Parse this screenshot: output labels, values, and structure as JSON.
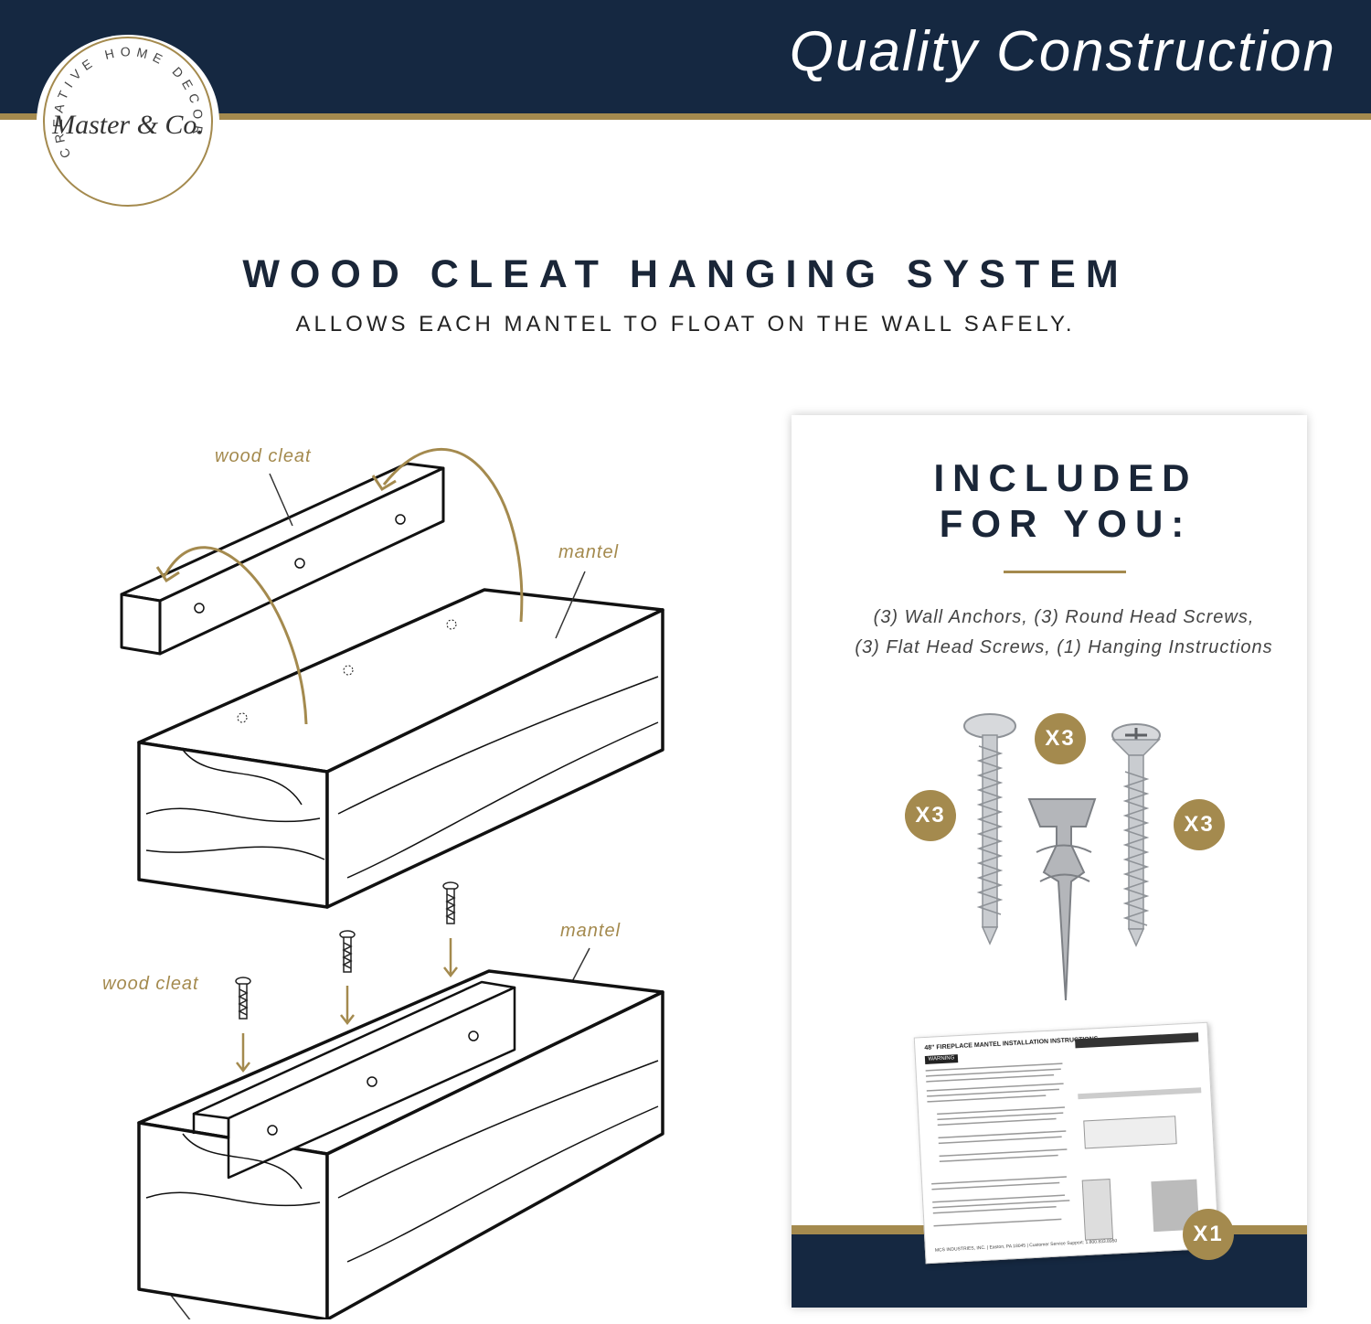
{
  "header": {
    "title": "Quality Construction"
  },
  "logo": {
    "ring_text": "CREATIVE HOME DECOR",
    "script_text": "Master & Co."
  },
  "main": {
    "heading": "WOOD CLEAT HANGING SYSTEM",
    "subheading": "ALLOWS EACH MANTEL TO FLOAT ON THE WALL SAFELY."
  },
  "diagram": {
    "top_cleat_label": "wood cleat",
    "top_mantel_label": "mantel",
    "bottom_cleat_label": "wood cleat",
    "bottom_mantel_label": "mantel"
  },
  "included": {
    "heading_line1": "INCLUDED",
    "heading_line2": "FOR YOU:",
    "items_line1": "(3) Wall Anchors, (3) Round Head Screws,",
    "items_line2": "(3) Flat Head Screws, (1) Hanging Instructions",
    "badges": {
      "round_screw": "X3",
      "anchor": "X3",
      "flat_screw": "X3",
      "instructions": "X1"
    }
  },
  "instructions_sheet": {
    "title": "48\" FIREPLACE MANTEL INSTALLATION INSTRUCTIONS",
    "warning": "WARNING",
    "footer": "MCS INDUSTRIES, INC. | Easton, PA 18045 | Customer Service Support: 1.800.833.8950"
  },
  "colors": {
    "navy": "#152841",
    "gold": "#a48a4e",
    "heading_text": "#1a2638"
  }
}
